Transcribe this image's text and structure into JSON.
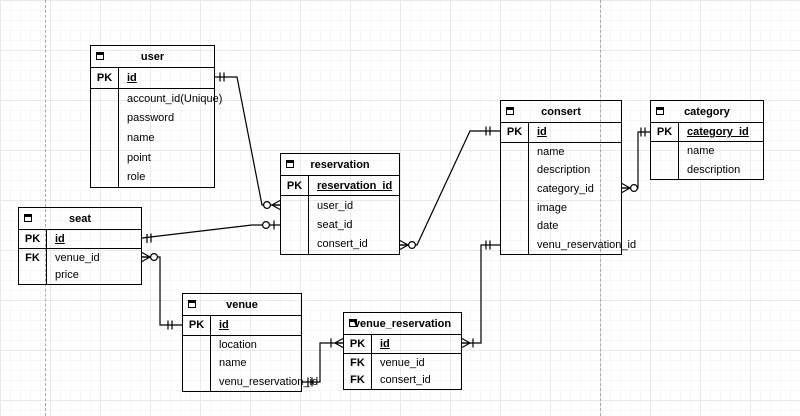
{
  "diagram": {
    "icons": {
      "table_header": "window-icon"
    },
    "tables": {
      "user": {
        "title": "user",
        "rows": [
          {
            "key": "PK",
            "field": "id"
          },
          {
            "key": "",
            "field": "account_id(Unique)"
          },
          {
            "key": "",
            "field": "password"
          },
          {
            "key": "",
            "field": "name"
          },
          {
            "key": "",
            "field": "point"
          },
          {
            "key": "",
            "field": "role"
          }
        ]
      },
      "reservation": {
        "title": "reservation",
        "rows": [
          {
            "key": "PK",
            "field": "reservation_id"
          },
          {
            "key": "",
            "field": "user_id"
          },
          {
            "key": "",
            "field": "seat_id"
          },
          {
            "key": "",
            "field": "consert_id"
          }
        ]
      },
      "seat": {
        "title": "seat",
        "rows": [
          {
            "key": "PK",
            "field": "id"
          },
          {
            "key": "FK",
            "field": "venue_id"
          },
          {
            "key": "",
            "field": "price"
          }
        ]
      },
      "venue": {
        "title": "venue",
        "rows": [
          {
            "key": "PK",
            "field": "id"
          },
          {
            "key": "",
            "field": "location"
          },
          {
            "key": "",
            "field": "name"
          },
          {
            "key": "",
            "field": "venu_reservation_id"
          }
        ]
      },
      "venue_reservation": {
        "title": "venue_reservation",
        "rows": [
          {
            "key": "PK",
            "field": "id"
          },
          {
            "key": "FK",
            "field": "venue_id"
          },
          {
            "key": "FK",
            "field": "consert_id"
          }
        ]
      },
      "consert": {
        "title": "consert",
        "rows": [
          {
            "key": "PK",
            "field": "id"
          },
          {
            "key": "",
            "field": "name"
          },
          {
            "key": "",
            "field": "description"
          },
          {
            "key": "",
            "field": "category_id"
          },
          {
            "key": "",
            "field": "image"
          },
          {
            "key": "",
            "field": "date"
          },
          {
            "key": "",
            "field": "venu_reservation_id"
          }
        ]
      },
      "category": {
        "title": "category",
        "rows": [
          {
            "key": "PK",
            "field": "category_id"
          },
          {
            "key": "",
            "field": "name"
          },
          {
            "key": "",
            "field": "description"
          }
        ]
      }
    },
    "relationships": [
      {
        "from": "user.id",
        "to": "reservation.user_id",
        "from_marker": "one",
        "to_marker": "zero-or-many"
      },
      {
        "from": "seat.id",
        "to": "reservation.seat_id",
        "from_marker": "one",
        "to_marker": "zero-or-one"
      },
      {
        "from": "venue.id",
        "to": "seat.venue_id",
        "from_marker": "one",
        "to_marker": "zero-or-many"
      },
      {
        "from": "venue.venu_reservation_id",
        "to": "venue_reservation.id",
        "from_marker": "one",
        "to_marker": "one-or-many"
      },
      {
        "from": "consert.id",
        "to": "reservation.consert_id",
        "from_marker": "one",
        "to_marker": "zero-or-many"
      },
      {
        "from": "consert.venu_reservation_id",
        "to": "venue_reservation.id",
        "from_marker": "one",
        "to_marker": "one-or-many"
      },
      {
        "from": "category.category_id",
        "to": "consert.category_id",
        "from_marker": "one",
        "to_marker": "zero-or-many"
      }
    ]
  }
}
